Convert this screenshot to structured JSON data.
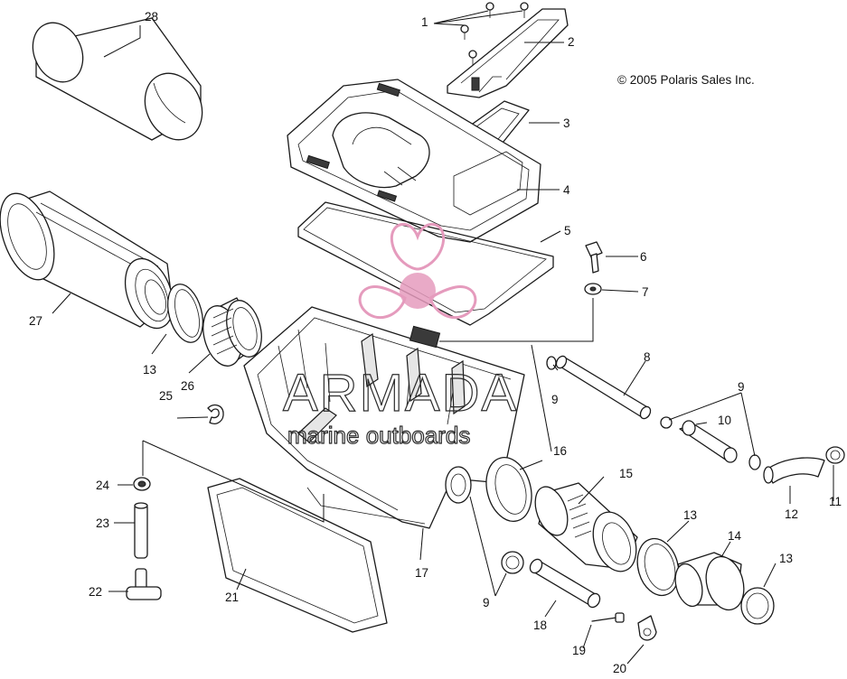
{
  "copyright": "© 2005 Polaris Sales Inc.",
  "watermark": {
    "brand": "ARMADA",
    "tagline": "marine outboards",
    "logo_color": "#e59bbd"
  },
  "callouts": [
    "1",
    "2",
    "3",
    "4",
    "5",
    "6",
    "7",
    "8",
    "9",
    "9",
    "9",
    "9",
    "10",
    "11",
    "12",
    "13",
    "13",
    "13",
    "14",
    "15",
    "16",
    "17",
    "18",
    "19",
    "20",
    "21",
    "22",
    "23",
    "24",
    "25",
    "26",
    "27",
    "28"
  ]
}
